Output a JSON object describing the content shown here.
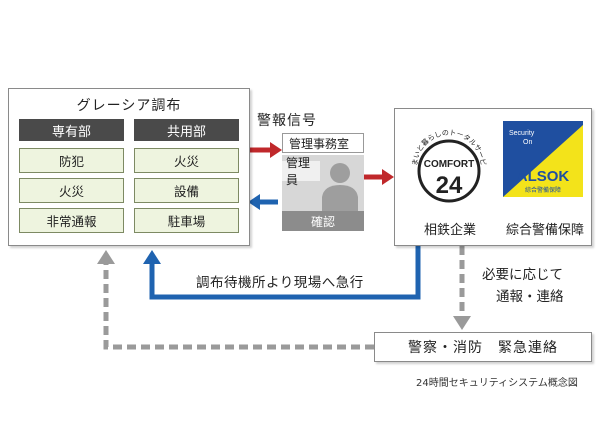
{
  "left_panel": {
    "title": "グレーシア調布",
    "columns": [
      {
        "header": "専有部",
        "items": [
          "防犯",
          "火災",
          "非常通報"
        ]
      },
      {
        "header": "共用部",
        "items": [
          "火災",
          "設備",
          "駐車場"
        ]
      }
    ]
  },
  "arrows": {
    "alarm_label": "警報信号",
    "dispatch_label": "調布待機所より現場へ急行",
    "contact_label_line1": "必要に応じて",
    "contact_label_line2": "通報・連絡"
  },
  "office": {
    "title": "管理事務室",
    "staff": "管理員",
    "confirm": "確認"
  },
  "company_panel": {
    "comfort_logo": {
      "arc_text": "住まいと暮らしのトータルサービス",
      "brand": "COMFORT",
      "number": "24"
    },
    "alsok_logo": {
      "badge_line1": "Security",
      "badge_line2": "On",
      "brand": "ALSOK",
      "sub": "綜合警備保障"
    },
    "company1": "相鉄企業",
    "company2": "綜合警備保障"
  },
  "police_box": {
    "label": "警察・消防　緊急連絡"
  },
  "caption": "24時間セキュリティシステム概念図",
  "colors": {
    "red_arrow": "#c0282b",
    "blue_arrow": "#1f63b0",
    "gray_dash": "#9a9a9a",
    "header_bg": "#4a4a4a",
    "cell_bg": "#eef4df",
    "alsok_blue": "#1f4fa0",
    "alsok_yellow": "#f3e31a"
  }
}
